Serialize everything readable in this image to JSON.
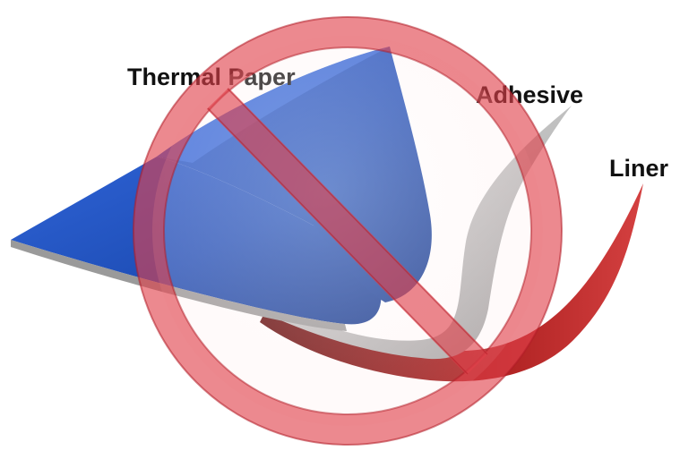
{
  "labels": {
    "thermal_paper": "Thermal Paper",
    "adhesive": "Adhesive",
    "liner": "Liner"
  },
  "colors": {
    "paper_blue": "#1f4fb8",
    "adhesive_gray": "#bfbfbf",
    "liner_red": "#8f1313",
    "no_symbol_red": "#e0404a",
    "label_text": "#111111"
  },
  "icons": {
    "overlay": "prohibition-sign-icon"
  }
}
